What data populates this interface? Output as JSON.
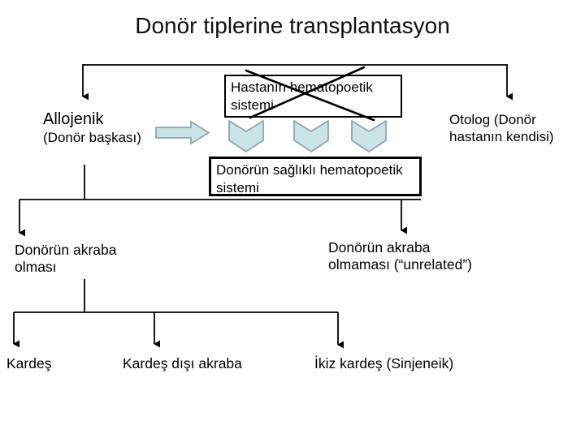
{
  "slide": {
    "title": "Donör tiplerine transplantasyon"
  },
  "colors": {
    "arrow_fill": "#c9e3e8",
    "arrow_stroke": "#8ca8ad",
    "line_color": "#000000",
    "background": "#ffffff",
    "text_color": "#000000"
  },
  "nodes": {
    "allogeneic": {
      "label": "Allojenik",
      "sublabel": "(Donör başkası)"
    },
    "autologous": {
      "line1": "Otolog (Donör",
      "line2": "hastanın kendisi)"
    },
    "patient_system": {
      "line1": "Hastanın hematopoetik",
      "line2": "sistemi",
      "crossed_out": true
    },
    "donor_system": {
      "line1": "Donörün sağlıklı hematopoetik",
      "line2": "sistemi"
    },
    "related": {
      "line1": "Donörün akraba",
      "line2": "olması"
    },
    "unrelated": {
      "line1": "Donörün akraba",
      "line2": "olmaması (“unrelated”)"
    },
    "sibling": {
      "label": "Kardeş"
    },
    "non_sibling_relative": {
      "label": "Kardeş dışı akraba"
    },
    "identical_twin": {
      "label": "İkiz kardeş (Sinjeneik)"
    }
  }
}
